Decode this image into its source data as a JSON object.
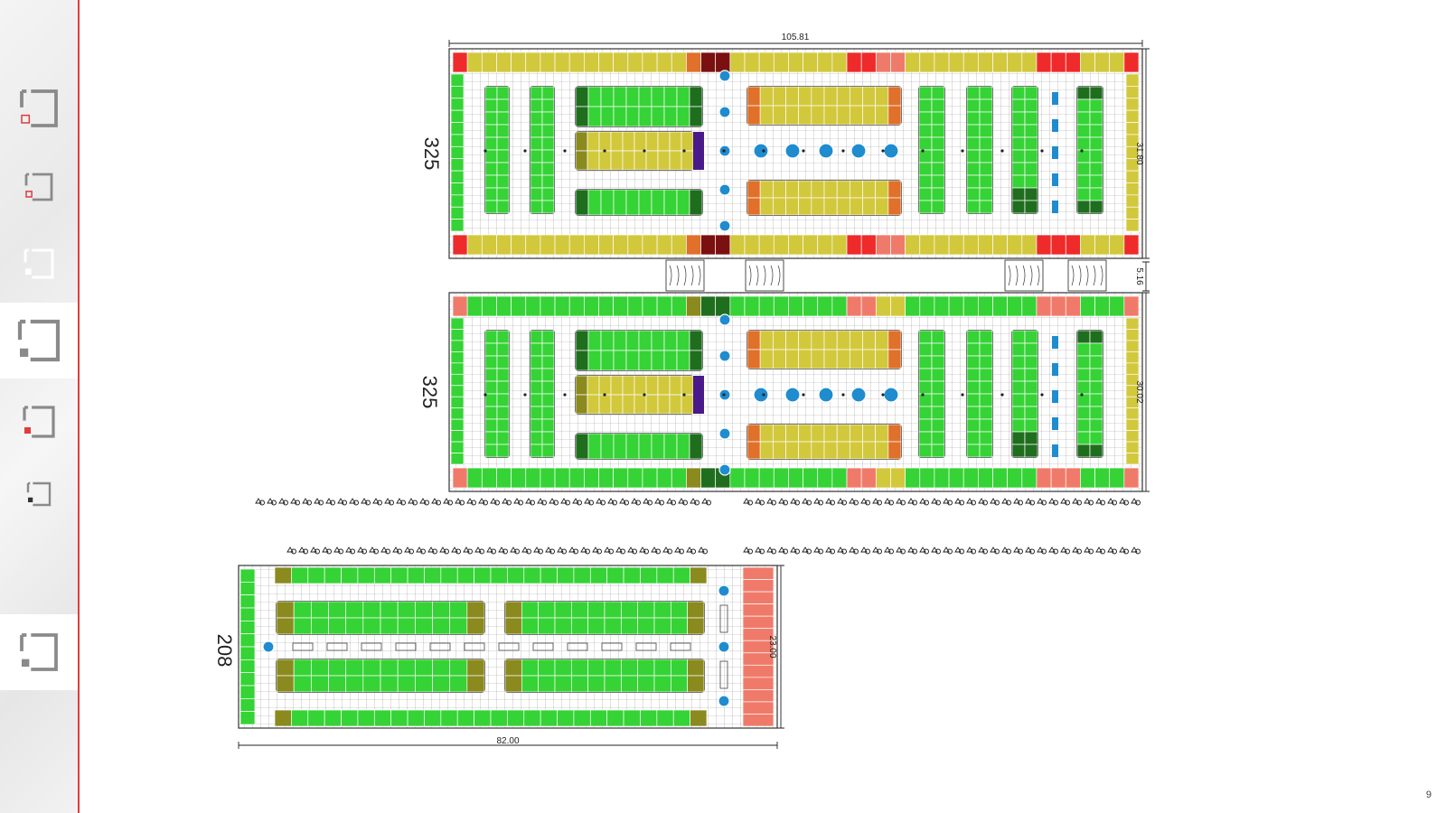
{
  "page_number": "9",
  "colors": {
    "green": "#35d335",
    "dark_green": "#1e6e1e",
    "olive": "#8a8a1e",
    "yellow": "#d2c83c",
    "orange": "#e0702a",
    "red": "#ee2a2a",
    "salmon": "#f07a6a",
    "dark_red": "#7a1010",
    "purple": "#4a1a8a",
    "blue": "#1e8ccf",
    "accent": "#e03c3c"
  },
  "sidebar": {
    "icons": [
      "frame-corner-icon",
      "frame-corner-icon",
      "frame-corner-icon",
      "frame-corner-icon",
      "frame-corner-icon",
      "frame-corner-icon",
      "frame-corner-icon"
    ]
  },
  "blocks": {
    "top": {
      "side_label": "325",
      "width_label": "105.81",
      "height_label": "31.80",
      "gap_label": "5.16"
    },
    "middle": {
      "side_label": "325",
      "height_label": "30.02"
    },
    "bottom": {
      "side_label": "208",
      "width_label": "82.00",
      "height_label": "23.00"
    }
  }
}
